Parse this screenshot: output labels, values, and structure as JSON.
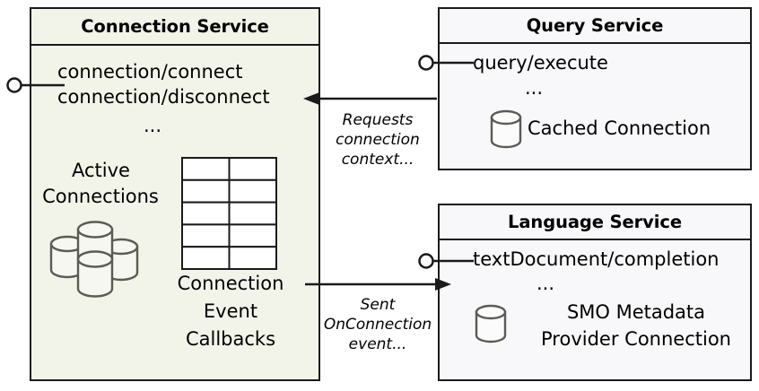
{
  "diagram": {
    "type": "uml-component-diagram",
    "colors": {
      "connection_service_fill": "#f2f4e9",
      "service_fill": "#f8f8fa",
      "border": "#1a1a1a",
      "cylinder_stroke": "#595b55",
      "background": "#ffffff"
    }
  },
  "connection_service": {
    "title": "Connection Service",
    "interfaces": [
      "connection/connect",
      "connection/disconnect"
    ],
    "interface_ellipsis": "...",
    "active_connections_label_line1": "Active",
    "active_connections_label_line2": "Connections",
    "active_connections_icon": "database-cluster-icon",
    "callbacks_label_line1": "Connection",
    "callbacks_label_line2": "Event",
    "callbacks_label_line3": "Callbacks",
    "callbacks_icon": "table-grid-icon",
    "lollipop_icon": "provided-interface-lollipop-icon"
  },
  "query_service": {
    "title": "Query Service",
    "interfaces": [
      "query/execute"
    ],
    "interface_ellipsis": "...",
    "cached_connection_label": "Cached Connection",
    "cached_connection_icon": "database-cylinder-icon",
    "lollipop_icon": "provided-interface-lollipop-icon"
  },
  "language_service": {
    "title": "Language Service",
    "interfaces": [
      "textDocument/completion"
    ],
    "interface_ellipsis": "...",
    "smo_label_line1": "SMO Metadata",
    "smo_label_line2": "Provider Connection",
    "smo_icon": "database-cylinder-icon",
    "lollipop_icon": "provided-interface-lollipop-icon"
  },
  "edges": [
    {
      "id": "query-to-connection",
      "from": "query_service",
      "to": "connection_service",
      "label_line1": "Requests",
      "label_line2": "connection",
      "label_line3": "context...",
      "direction": "left"
    },
    {
      "id": "connection-to-language",
      "from": "connection_service",
      "to": "language_service",
      "label_line1": "Sent",
      "label_line2": "OnConnection",
      "label_line3": "event...",
      "direction": "right"
    }
  ]
}
